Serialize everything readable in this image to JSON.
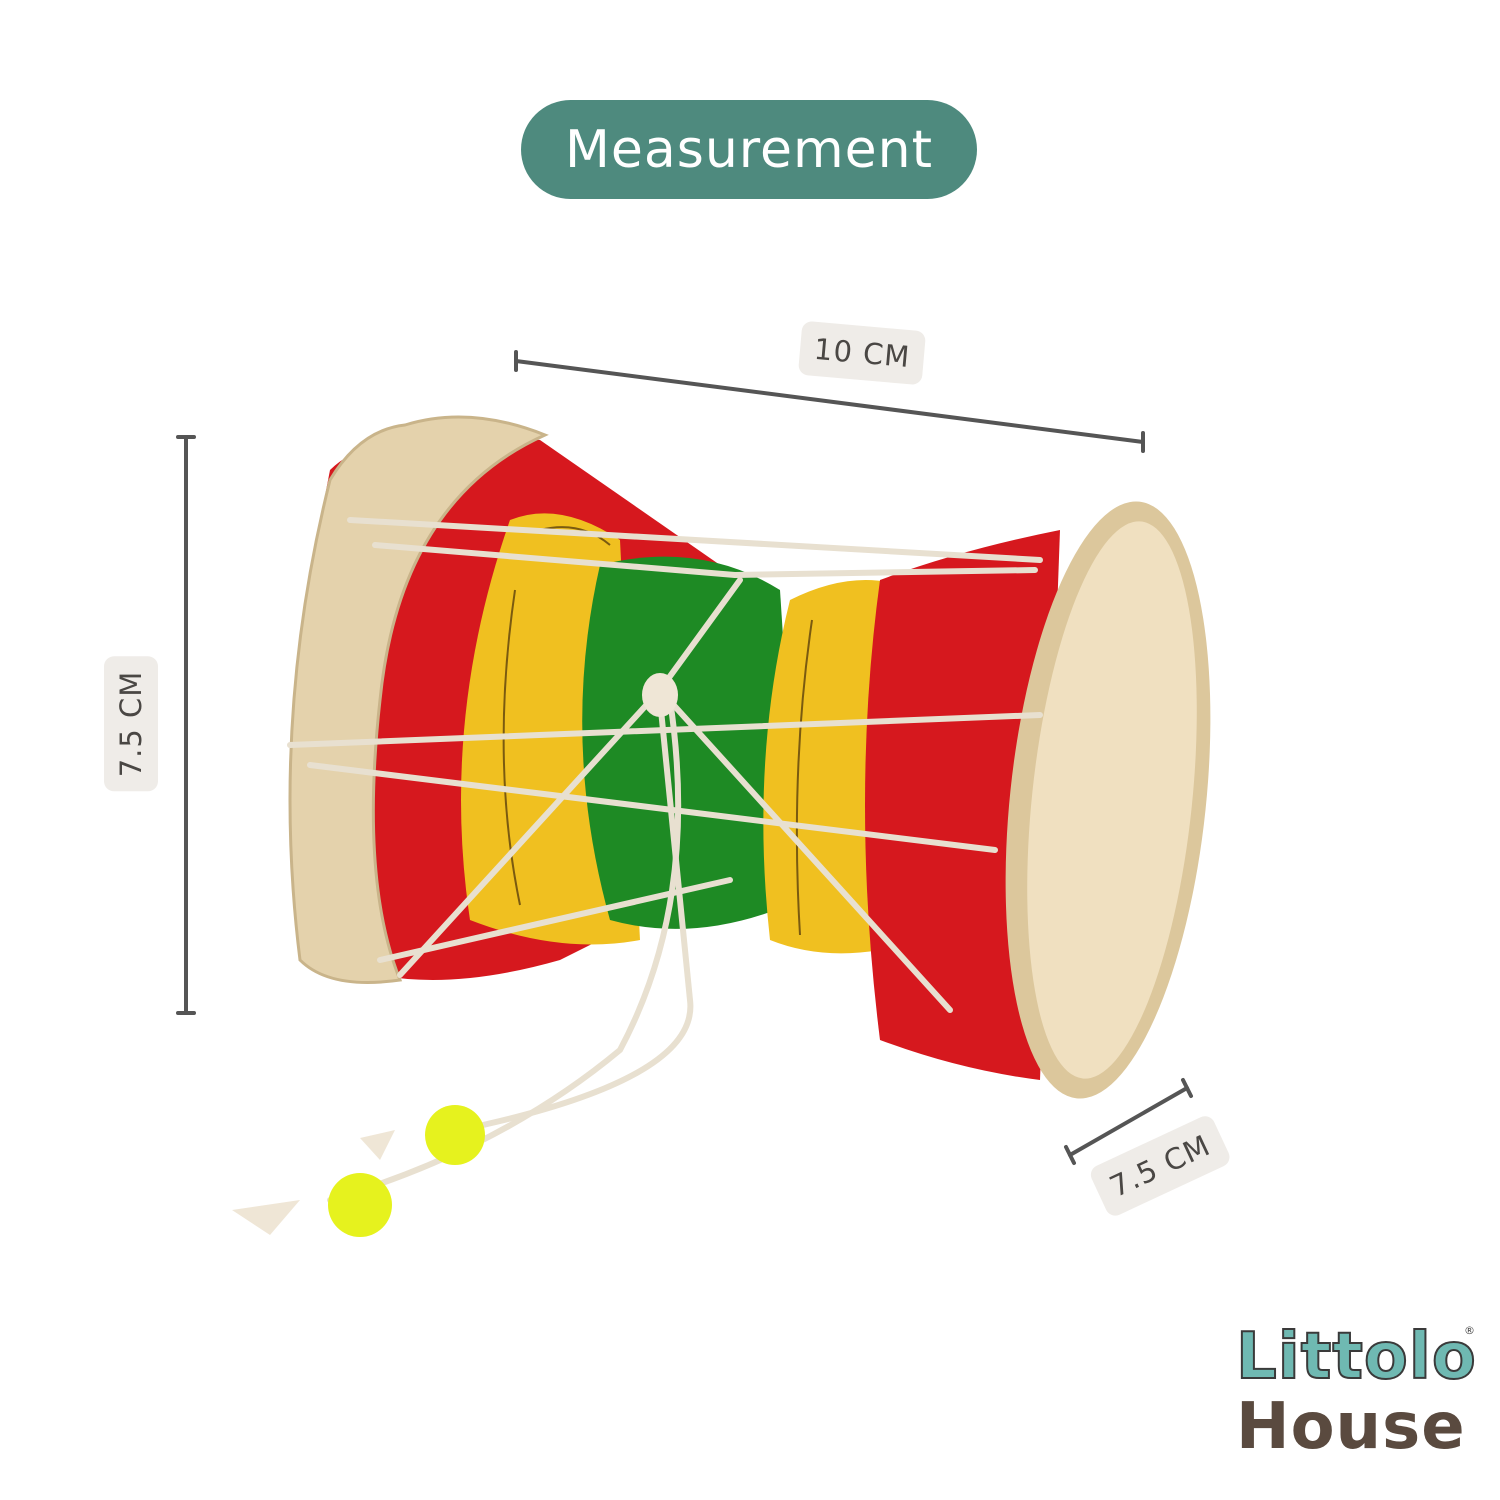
{
  "title": "Measurement",
  "dimensions": {
    "width": "10 CM",
    "height": "7.5 CM",
    "depth": "7.5 CM"
  },
  "brand": {
    "line1": "Littolo",
    "line2": "House",
    "registered_mark": "®"
  },
  "colors": {
    "pill": "#4e8a7e",
    "dimension_line": "#555555",
    "logo_teal": "#6fb9b2",
    "logo_brown": "#5a4a3f",
    "drum_red": "#d6181e",
    "drum_yellow": "#f0c020",
    "drum_green": "#1e8a24",
    "drum_skin": "#ecd9b4",
    "bead": "#e6f21e"
  }
}
